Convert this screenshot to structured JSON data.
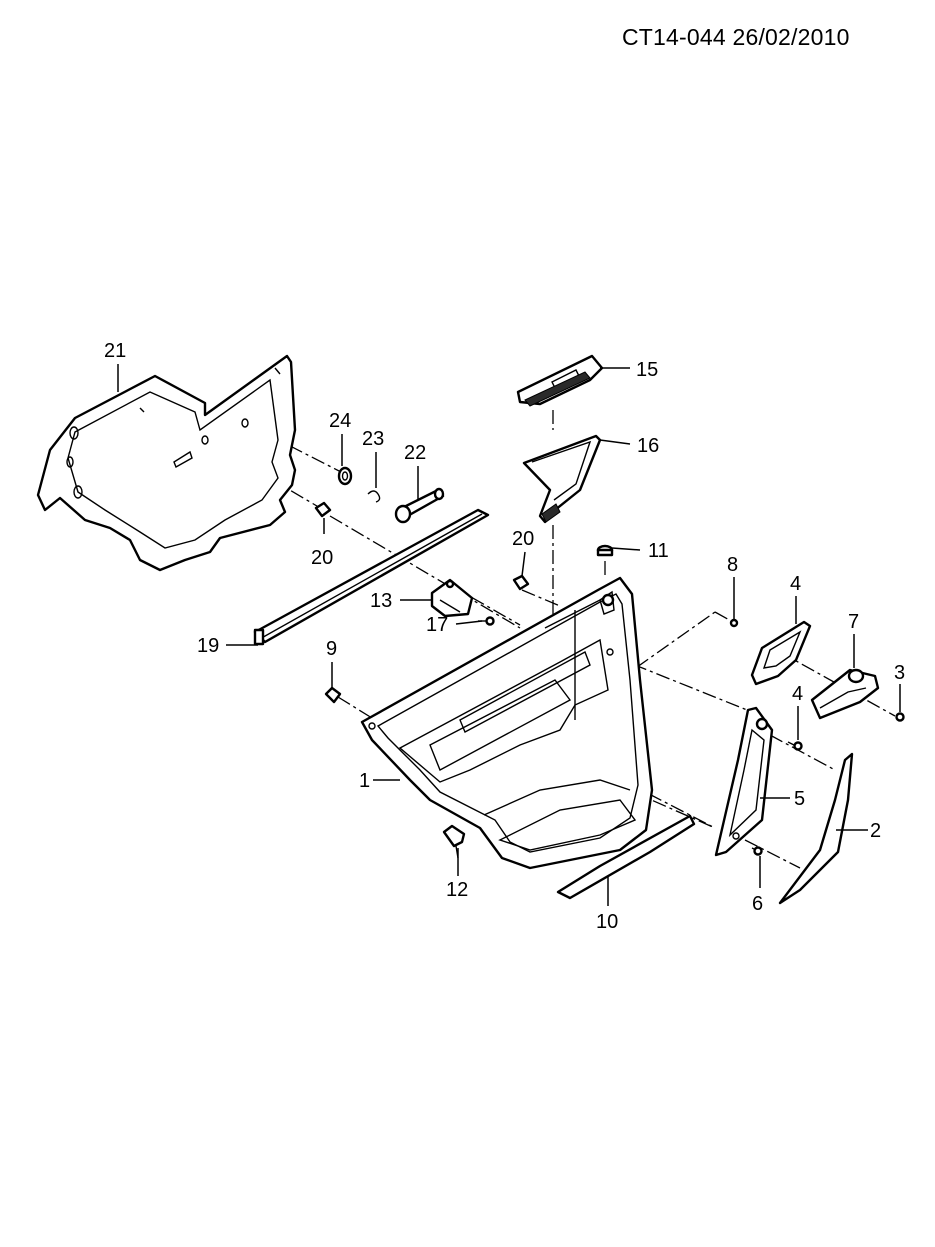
{
  "header": {
    "code": "CT14-044 26/02/2010"
  },
  "callouts": {
    "c1": "1",
    "c2": "2",
    "c3": "3",
    "c4a": "4",
    "c4b": "4",
    "c5": "5",
    "c6": "6",
    "c7": "7",
    "c8": "8",
    "c9": "9",
    "c10": "10",
    "c11": "11",
    "c12": "12",
    "c13": "13",
    "c15": "15",
    "c16": "16",
    "c17": "17",
    "c19": "19",
    "c20a": "20",
    "c20b": "20",
    "c21": "21",
    "c22": "22",
    "c23": "23",
    "c24": "24"
  }
}
